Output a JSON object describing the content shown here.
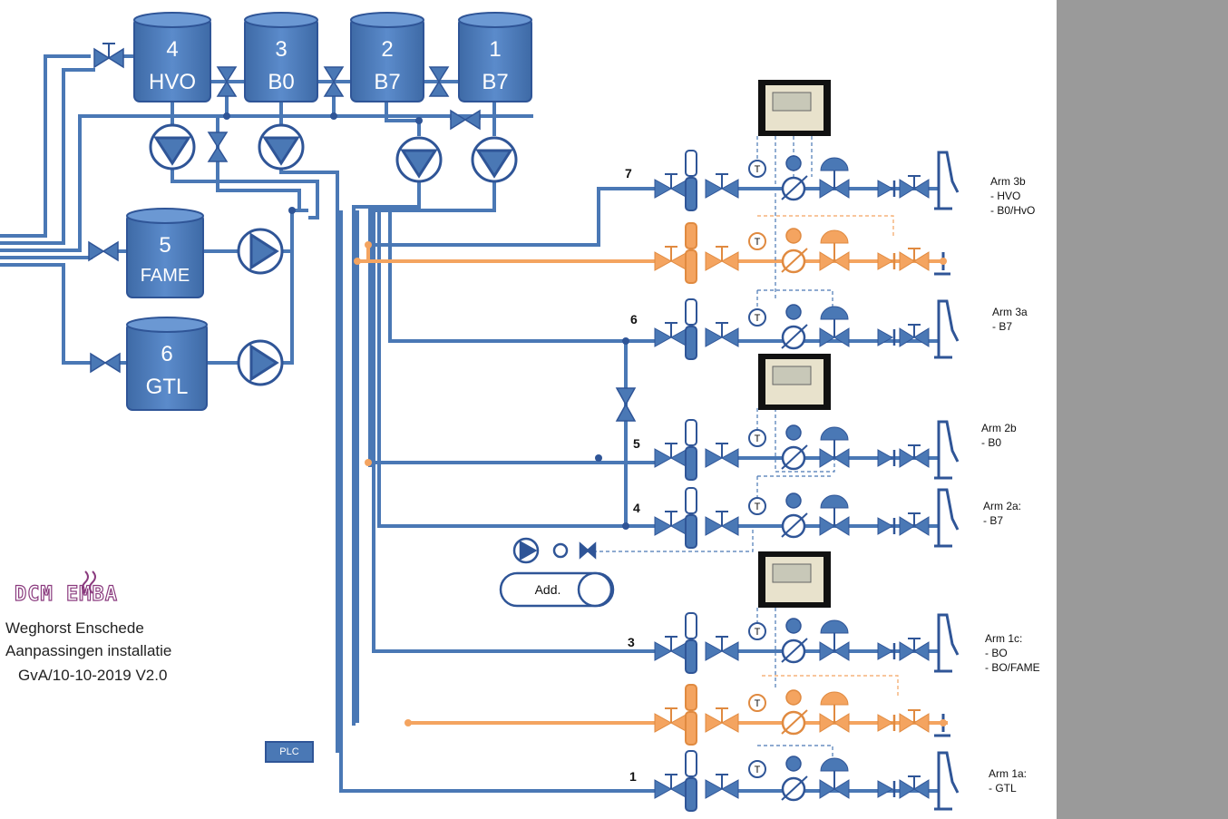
{
  "tanks": [
    {
      "num": "4",
      "product": "HVO"
    },
    {
      "num": "3",
      "product": "B0"
    },
    {
      "num": "2",
      "product": "B7"
    },
    {
      "num": "1",
      "product": "B7"
    },
    {
      "num": "5",
      "product": "FAME"
    },
    {
      "num": "6",
      "product": "GTL"
    }
  ],
  "lines": [
    "7",
    "6",
    "5",
    "4",
    "3",
    "1"
  ],
  "arms": [
    {
      "name": "Arm 3b",
      "items": [
        "- HVO",
        "- B0/HvO"
      ]
    },
    {
      "name": "Arm 3a",
      "items": [
        "- B7"
      ]
    },
    {
      "name": "Arm 2b",
      "items": [
        "- B0"
      ]
    },
    {
      "name": "Arm 2a:",
      "items": [
        "- B7"
      ]
    },
    {
      "name": "Arm 1c:",
      "items": [
        "- BO",
        "- BO/FAME"
      ]
    },
    {
      "name": "Arm 1a:",
      "items": [
        "- GTL"
      ]
    }
  ],
  "additive_label": "Add.",
  "plc_label": "PLC",
  "logo_text": "DCM EMBA",
  "footer": {
    "line1": "Weghorst Enschede",
    "line2": "Aanpassingen installatie",
    "line3": "GvA/10-10-2019 V2.0"
  },
  "sensor_label": "T",
  "colors": {
    "blue": "#4a78b5",
    "blue_dark": "#2f5597",
    "orange": "#f4a460",
    "gray": "#9a9a9a"
  }
}
